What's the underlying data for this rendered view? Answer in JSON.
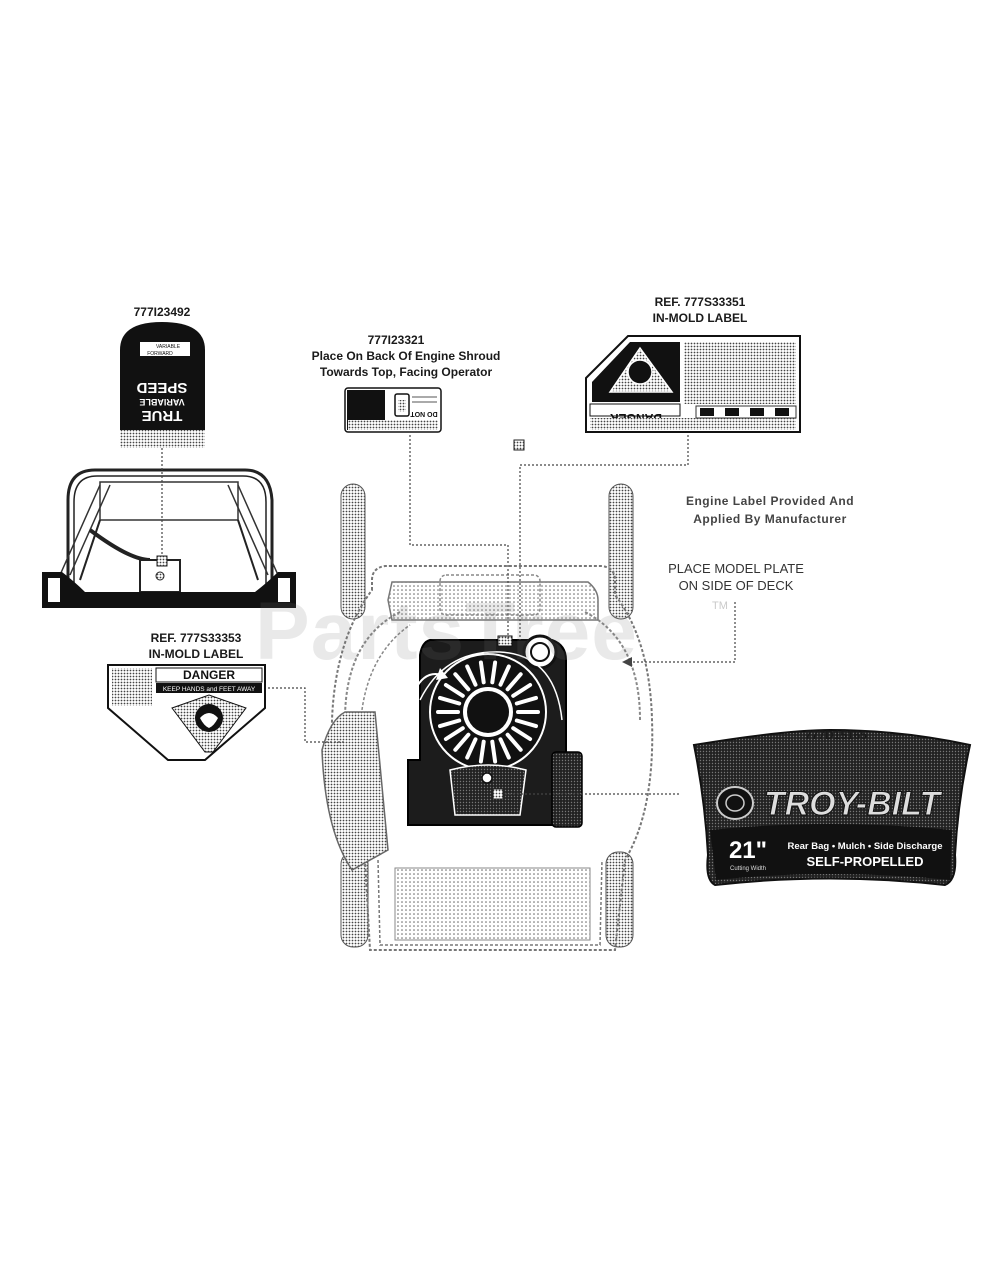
{
  "captions": {
    "handle_label_part": "777I23492",
    "engine_shroud_part": "777I23321",
    "engine_shroud_note_1": "Place On Back Of Engine Shroud",
    "engine_shroud_note_2": "Towards Top, Facing Operator",
    "right_danger_ref": "REF. 777S33351",
    "right_danger_type": "IN-MOLD LABEL",
    "engine_label_note_1": "Engine Label Provided And",
    "engine_label_note_2": "Applied By Manufacturer",
    "model_plate_note_1": "PLACE MODEL PLATE",
    "model_plate_note_2": "ON SIDE OF DECK",
    "left_danger_ref": "REF. 777S33353",
    "left_danger_type": "IN-MOLD LABEL",
    "brand_decal_part": "777D15165"
  },
  "labels": {
    "speed_line1": "TRUE",
    "speed_line2": "VARIABLE",
    "speed_line3": "SPEED",
    "speed_top1": "VARIABLE",
    "speed_top2": "FORWARD",
    "danger_word": "DANGER",
    "danger_sub": "KEEP HANDS and FEET AWAY",
    "shroud_do_not": "DO NOT",
    "brand": "TROY-BILT",
    "cut_size": "21\"",
    "cut_width": "Cutting Width",
    "features": "Rear Bag • Mulch • Side Discharge",
    "drive": "SELF-PROPELLED"
  },
  "watermark": {
    "text": "PartsTree",
    "tm": "TM"
  }
}
